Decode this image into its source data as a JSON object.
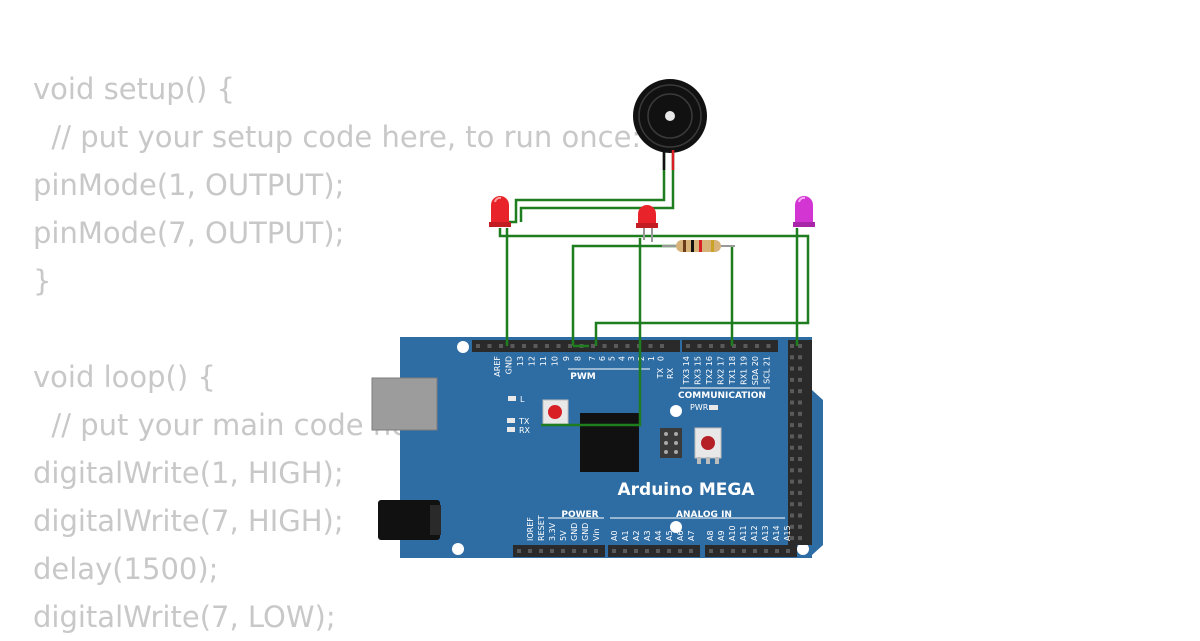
{
  "code_lines": [
    "void setup() {",
    "  // put your setup code here, to run once:",
    "pinMode(1, OUTPUT);",
    "pinMode(7, OUTPUT);",
    "}",
    "",
    "void loop() {",
    "  // put your main code here, to run repeatedly:",
    "digitalWrite(1, HIGH);",
    "digitalWrite(7, HIGH);",
    "delay(1500);",
    "digitalWrite(7, LOW);"
  ],
  "board": {
    "title": "Arduino MEGA",
    "pwm_label": "PWM",
    "communication_label": "COMMUNICATION",
    "power_label": "POWER",
    "analog_label": "ANALOG IN",
    "pwr_led_label": "PWR",
    "l_led_label": "L",
    "tx_led_label": "TX",
    "rx_led_label": "RX",
    "top_pins_left": [
      "AREF",
      "GND",
      "13",
      "12",
      "11",
      "10",
      "9",
      "8"
    ],
    "top_pins_mid": [
      "7",
      "6",
      "5",
      "4",
      "3",
      "2",
      "1",
      "0"
    ],
    "top_pins_tx": [
      "TX",
      "RX"
    ],
    "top_pins_comm": [
      "TX3 14",
      "RX3 15",
      "TX2 16",
      "RX2 17",
      "TX1 18",
      "RX1 19",
      "SDA 20",
      "SCL 21"
    ],
    "power_pins": [
      "IOREF",
      "RESET",
      "3.3V",
      "5V",
      "GND",
      "GND",
      "Vin"
    ],
    "analog_pins": [
      "A0",
      "A1",
      "A2",
      "A3",
      "A4",
      "A5",
      "A6",
      "A7",
      "A8",
      "A9",
      "A10",
      "A11",
      "A12",
      "A13",
      "A14",
      "A15"
    ]
  },
  "components": {
    "leds": [
      {
        "color": "#e8242a"
      },
      {
        "color": "#e8242a"
      },
      {
        "color": "#d335d3"
      }
    ],
    "board_color": "#2e6ca4",
    "wire_color": "#1e7d1e"
  }
}
